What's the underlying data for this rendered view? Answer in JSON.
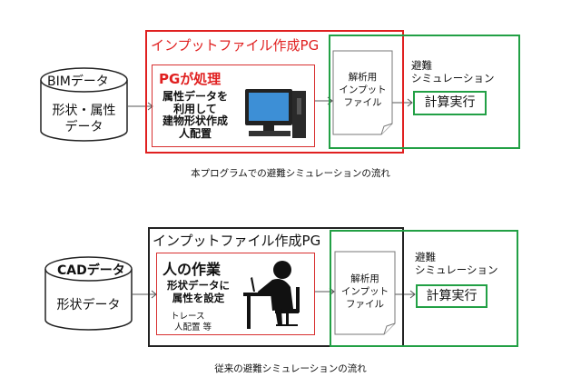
{
  "top": {
    "db_title": "BIMデータ",
    "db_body": [
      "形状・属性",
      "データ"
    ],
    "outer_title": "インプットファイル作成PG",
    "inner_title": "PGが処理",
    "inner_body": [
      "属性データを",
      "利用して",
      "建物形状作成",
      "人配置"
    ],
    "file_label": [
      "解析用",
      "インプット",
      "ファイル"
    ],
    "sim_title": [
      "避難",
      "シミュレーション"
    ],
    "exec_label": "計算実行",
    "caption": "本プログラムでの避難シミュレーションの流れ"
  },
  "bottom": {
    "db_title": "CADデータ",
    "db_body": "形状データ",
    "outer_title": "インプットファイル作成PG",
    "inner_title": "人の作業",
    "inner_body": [
      "形状データに",
      "属性を設定"
    ],
    "inner_note": [
      "トレース",
      "人配置 等"
    ],
    "file_label": [
      "解析用",
      "インプット",
      "ファイル"
    ],
    "sim_title": [
      "避難",
      "シミュレーション"
    ],
    "exec_label": "計算実行",
    "caption": "従来の避難シミュレーションの流れ"
  },
  "colors": {
    "red": "#e02020",
    "green": "#22a045",
    "black": "#222222"
  }
}
